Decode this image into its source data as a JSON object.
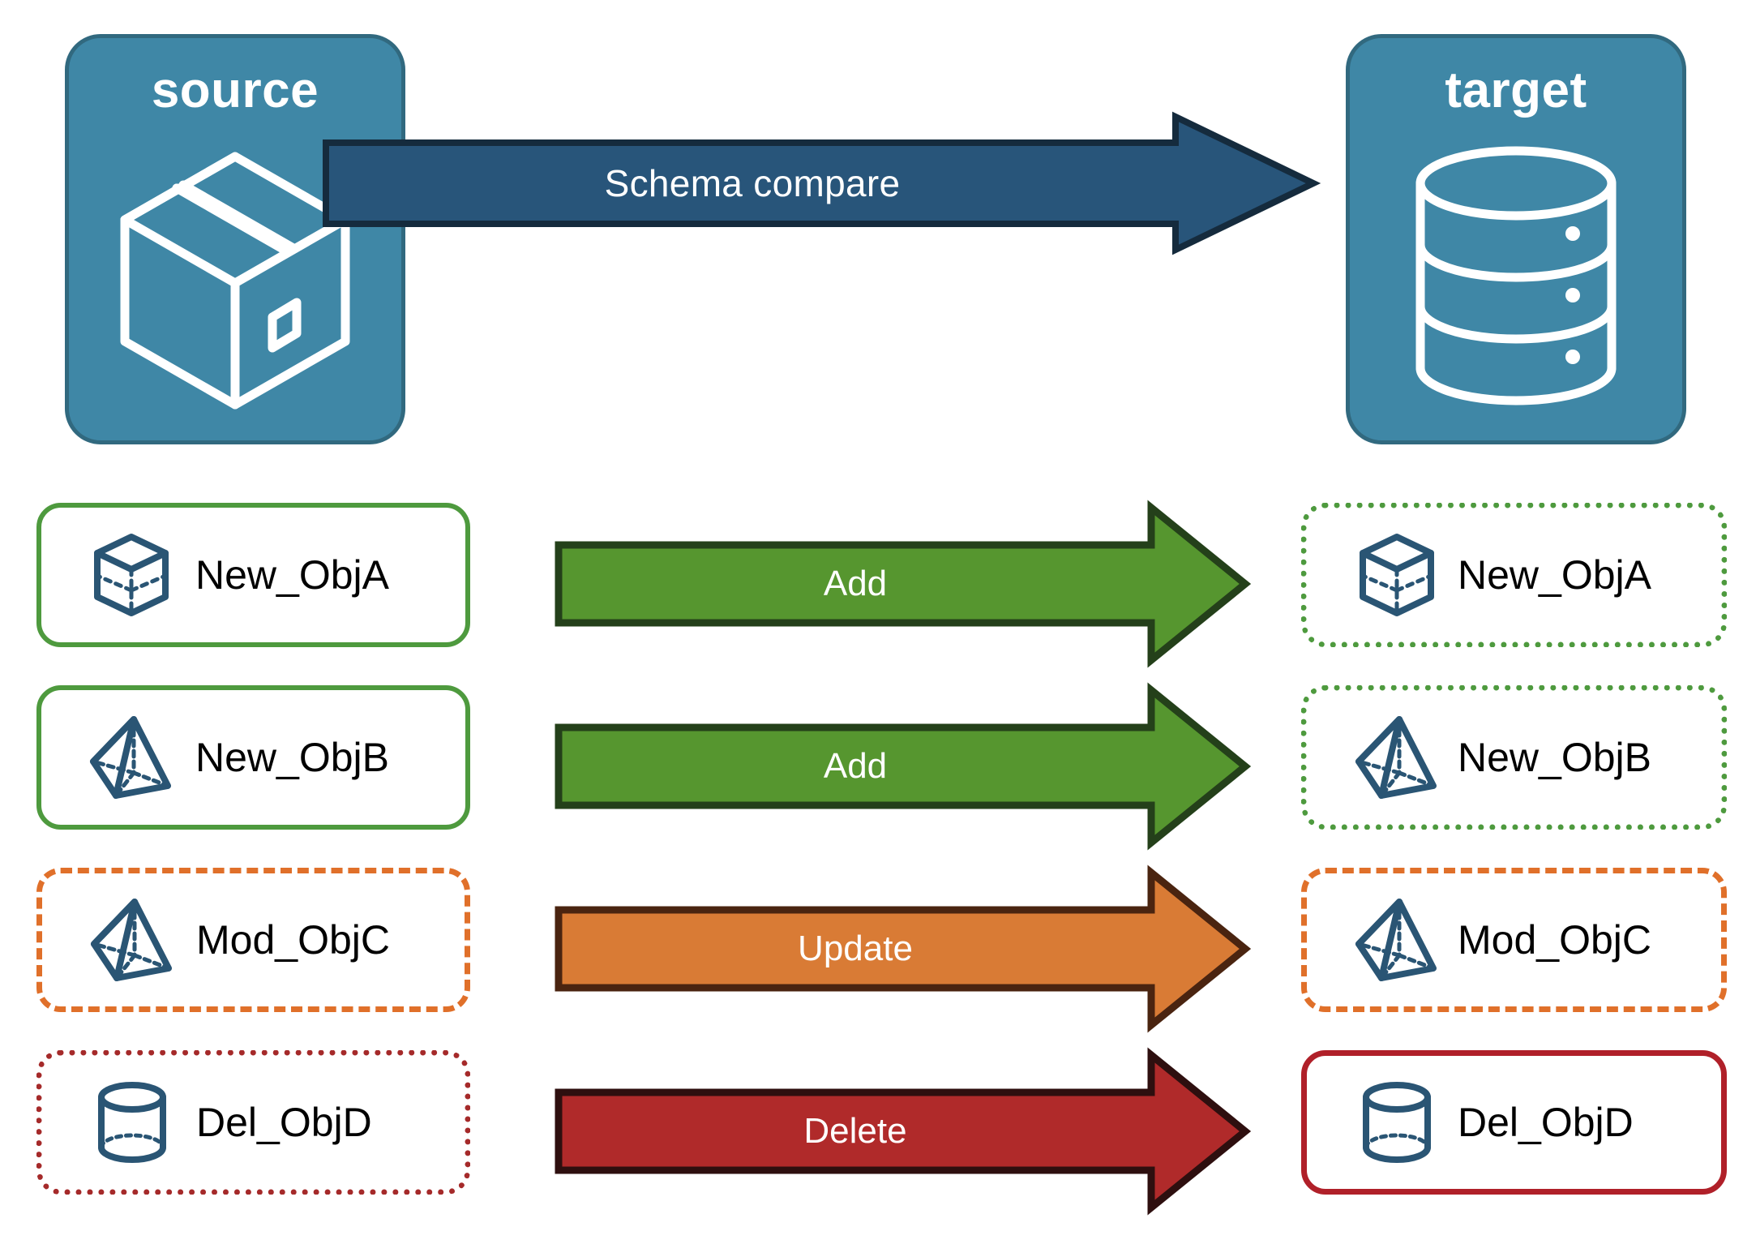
{
  "diagram": {
    "title": "Schema compare",
    "background_color": "#ffffff"
  },
  "endpoints": {
    "source": {
      "label": "source",
      "icon": "package-box-icon",
      "fill_color": "#3f87a6",
      "border_color": "#31697f",
      "text_color": "#ffffff"
    },
    "target": {
      "label": "target",
      "icon": "database-cylinder-icon",
      "fill_color": "#3f87a6",
      "border_color": "#31697f",
      "text_color": "#ffffff"
    }
  },
  "compare_arrow": {
    "label": "Schema compare",
    "fill_color": "#28557a",
    "border_color": "#152b3d",
    "text_color": "#ffffff",
    "direction": "right"
  },
  "rows": [
    {
      "action": "Add",
      "arrow_fill": "#56962f",
      "arrow_border": "#24401a",
      "source": {
        "label": "New_ObjA",
        "icon": "wireframe-cube-icon",
        "border_style": "solid",
        "border_color": "#4e9a3e"
      },
      "target": {
        "label": "New_ObjA",
        "icon": "wireframe-cube-icon",
        "border_style": "dotted",
        "border_color": "#4e9a3e"
      }
    },
    {
      "action": "Add",
      "arrow_fill": "#56962f",
      "arrow_border": "#24401a",
      "source": {
        "label": "New_ObjB",
        "icon": "wireframe-pyramid-icon",
        "border_style": "solid",
        "border_color": "#4e9a3e"
      },
      "target": {
        "label": "New_ObjB",
        "icon": "wireframe-pyramid-icon",
        "border_style": "dotted",
        "border_color": "#4e9a3e"
      }
    },
    {
      "action": "Update",
      "arrow_fill": "#d97b35",
      "arrow_border": "#4a2410",
      "source": {
        "label": "Mod_ObjC",
        "icon": "wireframe-pyramid-icon",
        "border_style": "dashed",
        "border_color": "#e0702a"
      },
      "target": {
        "label": "Mod_ObjC",
        "icon": "wireframe-pyramid-icon",
        "border_style": "dashed",
        "border_color": "#e0702a"
      }
    },
    {
      "action": "Delete",
      "arrow_fill": "#b02a2a",
      "arrow_border": "#2e0f0f",
      "source": {
        "label": "Del_ObjD",
        "icon": "wireframe-cylinder-icon",
        "border_style": "dotted",
        "border_color": "#a52a2a"
      },
      "target": {
        "label": "Del_ObjD",
        "icon": "wireframe-cylinder-icon",
        "border_style": "solid",
        "border_color": "#b02029"
      }
    }
  ],
  "palette": {
    "accent_blue": "#3f87a6",
    "icon_blue": "#2a5574",
    "green": "#4e9a3e",
    "orange": "#e0702a",
    "red": "#b02029"
  }
}
